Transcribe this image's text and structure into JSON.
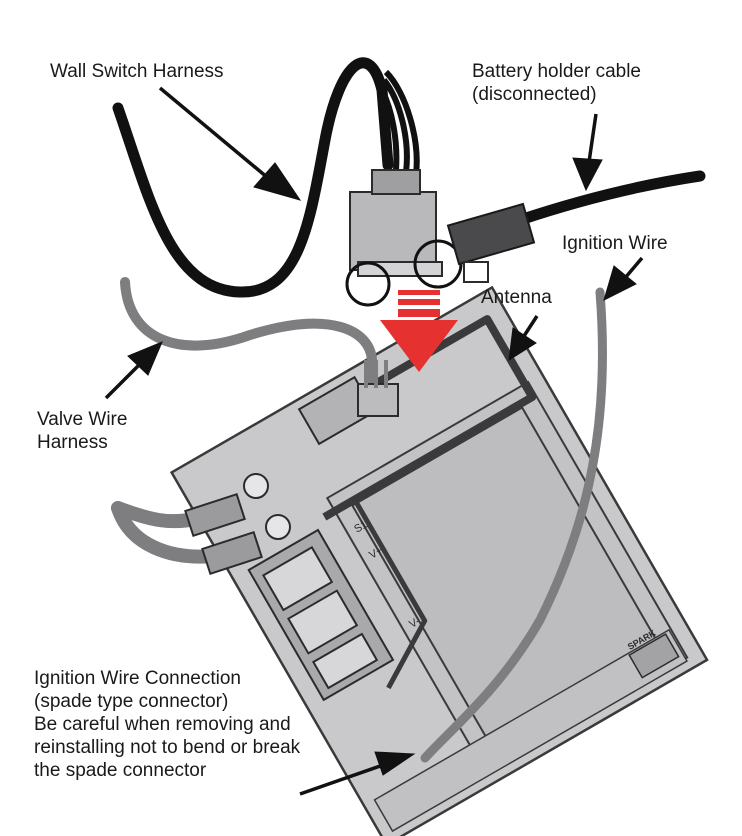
{
  "labels": {
    "wall_switch_harness": "Wall Switch Harness",
    "battery_holder_cable": [
      "Battery holder cable",
      "(disconnected)"
    ],
    "ignition_wire": "Ignition Wire",
    "antenna": "Antenna",
    "valve_wire_harness": [
      "Valve Wire",
      "Harness"
    ],
    "ignition_wire_connection": [
      "Ignition Wire Connection",
      "(spade type connector)",
      "Be careful when removing and",
      "reinstalling not to bend or break",
      "the spade connector"
    ]
  },
  "board_text": {
    "mark_1": "S1",
    "mark_2": "V+",
    "mark_3": "V-",
    "mark_4": "SPARK"
  },
  "colors": {
    "arrow": "#e5312f",
    "board": "#c9c9cb",
    "board_dark": "#b7b7b9",
    "wire_dark": "#111111",
    "wire_gray": "#7e7e80",
    "outline": "#2b2b2b"
  }
}
